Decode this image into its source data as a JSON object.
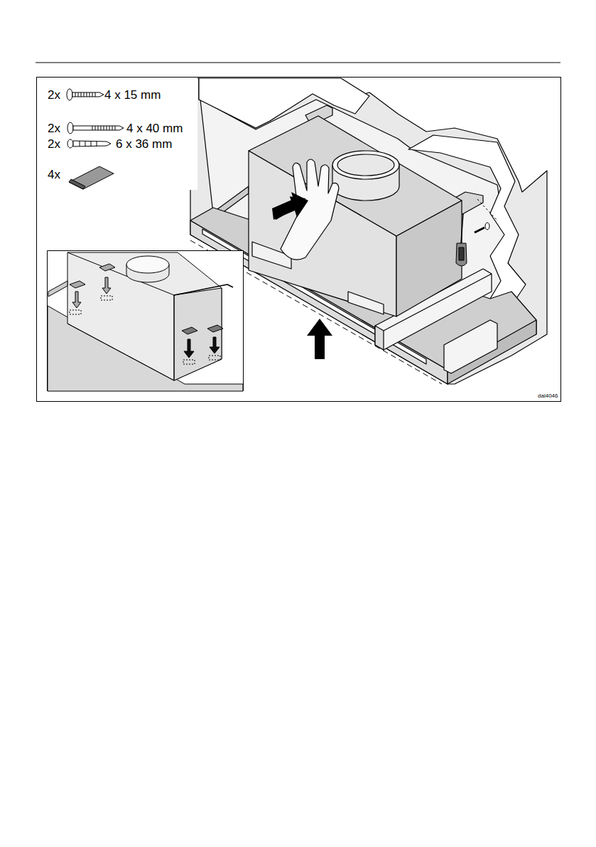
{
  "diagram": {
    "labels": [
      "2x",
      "4 x 15 mm",
      "2x",
      "4 x 40 mm",
      "2x",
      "6 x 36 mm",
      "4x",
      "dal4046"
    ]
  }
}
